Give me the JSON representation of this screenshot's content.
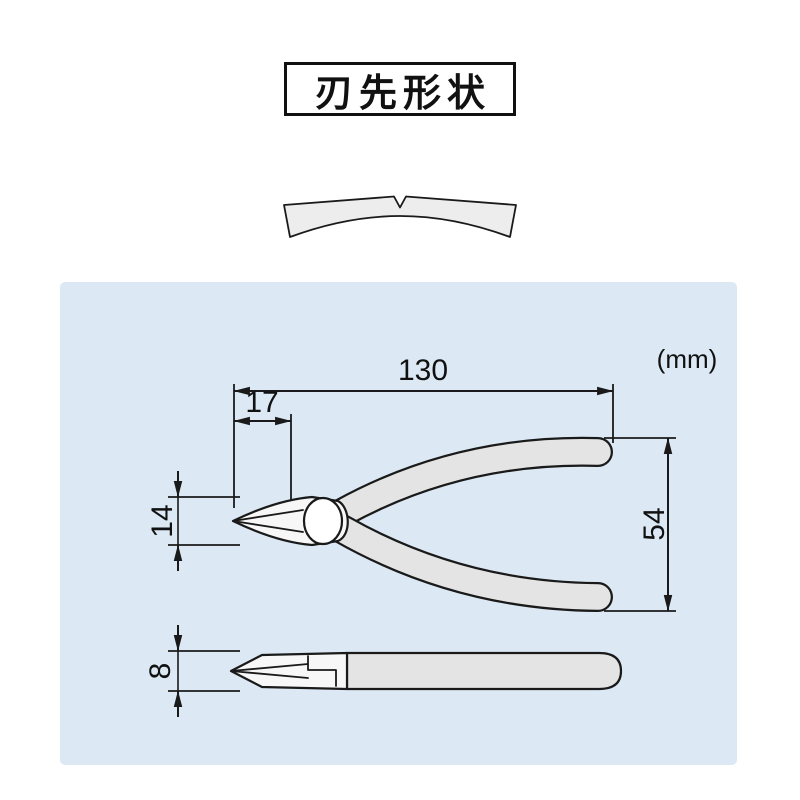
{
  "title": {
    "text": "刃先形状"
  },
  "unit_label": "(mm)",
  "dimensions": {
    "overall_length_mm": "130",
    "blade_edge_length_mm": "17",
    "head_height_mm": "14",
    "handle_opening_mm": "54",
    "head_thickness_mm": "8"
  },
  "colors": {
    "panel_background": "#dce9f4",
    "line": "#1a1a1a",
    "metal_fill": "#f7f7f7",
    "grip_fill": "#e4e4e4",
    "profile_fill": "#ededed"
  }
}
